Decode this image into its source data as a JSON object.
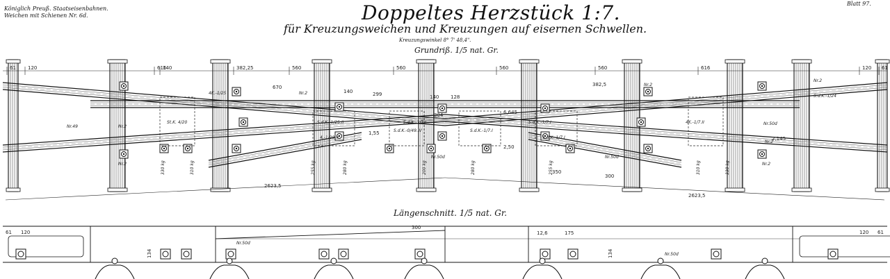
{
  "header": {
    "title": "Doppeltes Herzstück 1:7.",
    "subtitle": "für Kreuzungsweichen und Kreuzungen auf eisernen Schwellen.",
    "corner_left_line1": "Königlich Preuß. Staatseisenbahnen.",
    "corner_left_line2": "Weichen mit Schienen Nr. 6d.",
    "sheet": "Blatt 97.",
    "crossing_angle": "Kreuzungswinkel 8° 7' 48,4\".",
    "plan_label": "Grundriß. 1/5 nat. Gr.",
    "section_label": "Längenschnitt. 1/5 nat. Gr."
  },
  "plan_dimensions": {
    "top_row": [
      "61",
      "120",
      "616",
      "140",
      "382,25",
      "560",
      "560",
      "560",
      "560",
      "616",
      "120",
      "61"
    ],
    "inner": [
      "670",
      "140",
      "299",
      "140",
      "382,5",
      "128",
      "304",
      "6,645",
      "2,50",
      "1,55",
      "2,145",
      "350",
      "300"
    ],
    "overall_left": "2623,5",
    "overall_right": "2623,5",
    "fishplates": [
      "St.K. 4/20",
      "4K.-1/25",
      "S.d.K.-1/25.II",
      "4,-1/28.II",
      "S.d.K.-0/49.IV",
      "S.d.K.-1/7.I",
      "S.d.K.-1/7.I",
      "S.d.K.-1/7.I",
      "S.d.K.-1/7.I",
      "4K.-1/7.II",
      "S.d.K.-1/24"
    ],
    "bolt_labels": [
      "Nr.2",
      "Nr.2",
      "Nr.49",
      "Nr.2",
      "Nr.50d",
      "Nr.2",
      "Nr.50d",
      "Nr.2",
      "Nr.50d",
      "Nr.2",
      "Nr.2"
    ],
    "weights": [
      "330 kg",
      "310 kg",
      "255 kg",
      "280 kg",
      "200 kg",
      "280 kg",
      "255 kg",
      "310 kg",
      "330 kg"
    ]
  },
  "section_dimensions": {
    "left": [
      "61",
      "120"
    ],
    "right": [
      "120",
      "61"
    ],
    "mid": [
      "300",
      "12,6",
      "175"
    ],
    "heights": [
      "134",
      "134"
    ],
    "bolt_labels": [
      "Nr.50d",
      "Nr.50d"
    ]
  }
}
